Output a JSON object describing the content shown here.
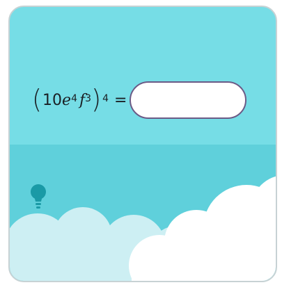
{
  "problem": {
    "expression": {
      "open_paren": "(",
      "coefficient": "10",
      "var1": "e",
      "exp1": "4",
      "var2": "f",
      "exp2": "3",
      "close_paren": ")",
      "outer_exponent": "4",
      "equals": "="
    },
    "answer": {
      "value": "",
      "placeholder": ""
    }
  },
  "icons": {
    "hint": "lightbulb-icon"
  },
  "colors": {
    "sky_top": "#76dde6",
    "sky_bottom": "#5fd0db",
    "cloud_back": "#cdeff3",
    "cloud_front": "#ffffff",
    "hint_bulb": "#1a9aa6",
    "input_border": "#6b5a86"
  }
}
